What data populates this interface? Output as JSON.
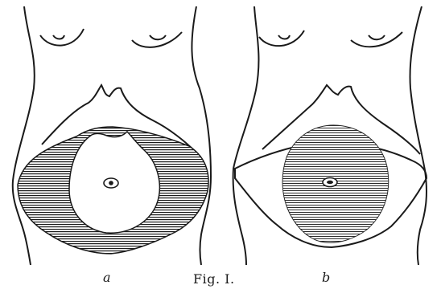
{
  "figure": {
    "panel_a_label": "a",
    "panel_b_label": "b",
    "caption": "Fig. I.",
    "colors": {
      "ink": "#1a1a1a",
      "shade": "#2a2a2a",
      "paper": "#ffffff"
    }
  }
}
